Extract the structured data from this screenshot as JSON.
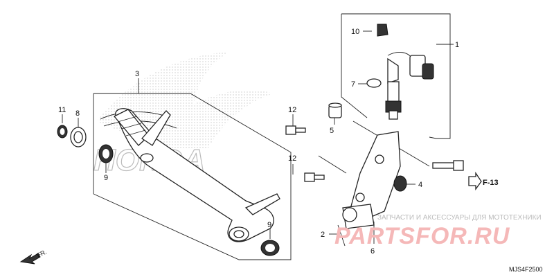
{
  "diagram": {
    "code": "MJS4F2500",
    "direction_label": "FR.",
    "ref_label": "F-13",
    "brand_watermark": "HONDA",
    "watermark_tagline": "ЗАПЧАСТИ И АКСЕССУАРЫ ДЛЯ МОТОТЕХНИКИ",
    "watermark_site": "PARTSFOR.RU",
    "callouts": [
      {
        "id": "c1",
        "num": "1"
      },
      {
        "id": "c2",
        "num": "2"
      },
      {
        "id": "c3",
        "num": "3"
      },
      {
        "id": "c4",
        "num": "4"
      },
      {
        "id": "c5",
        "num": "5"
      },
      {
        "id": "c6",
        "num": "6"
      },
      {
        "id": "c7",
        "num": "7"
      },
      {
        "id": "c8",
        "num": "8"
      },
      {
        "id": "c9a",
        "num": "9"
      },
      {
        "id": "c9b",
        "num": "9"
      },
      {
        "id": "c10",
        "num": "10"
      },
      {
        "id": "c11",
        "num": "11"
      },
      {
        "id": "c12a",
        "num": "12"
      },
      {
        "id": "c12b",
        "num": "12"
      }
    ]
  }
}
